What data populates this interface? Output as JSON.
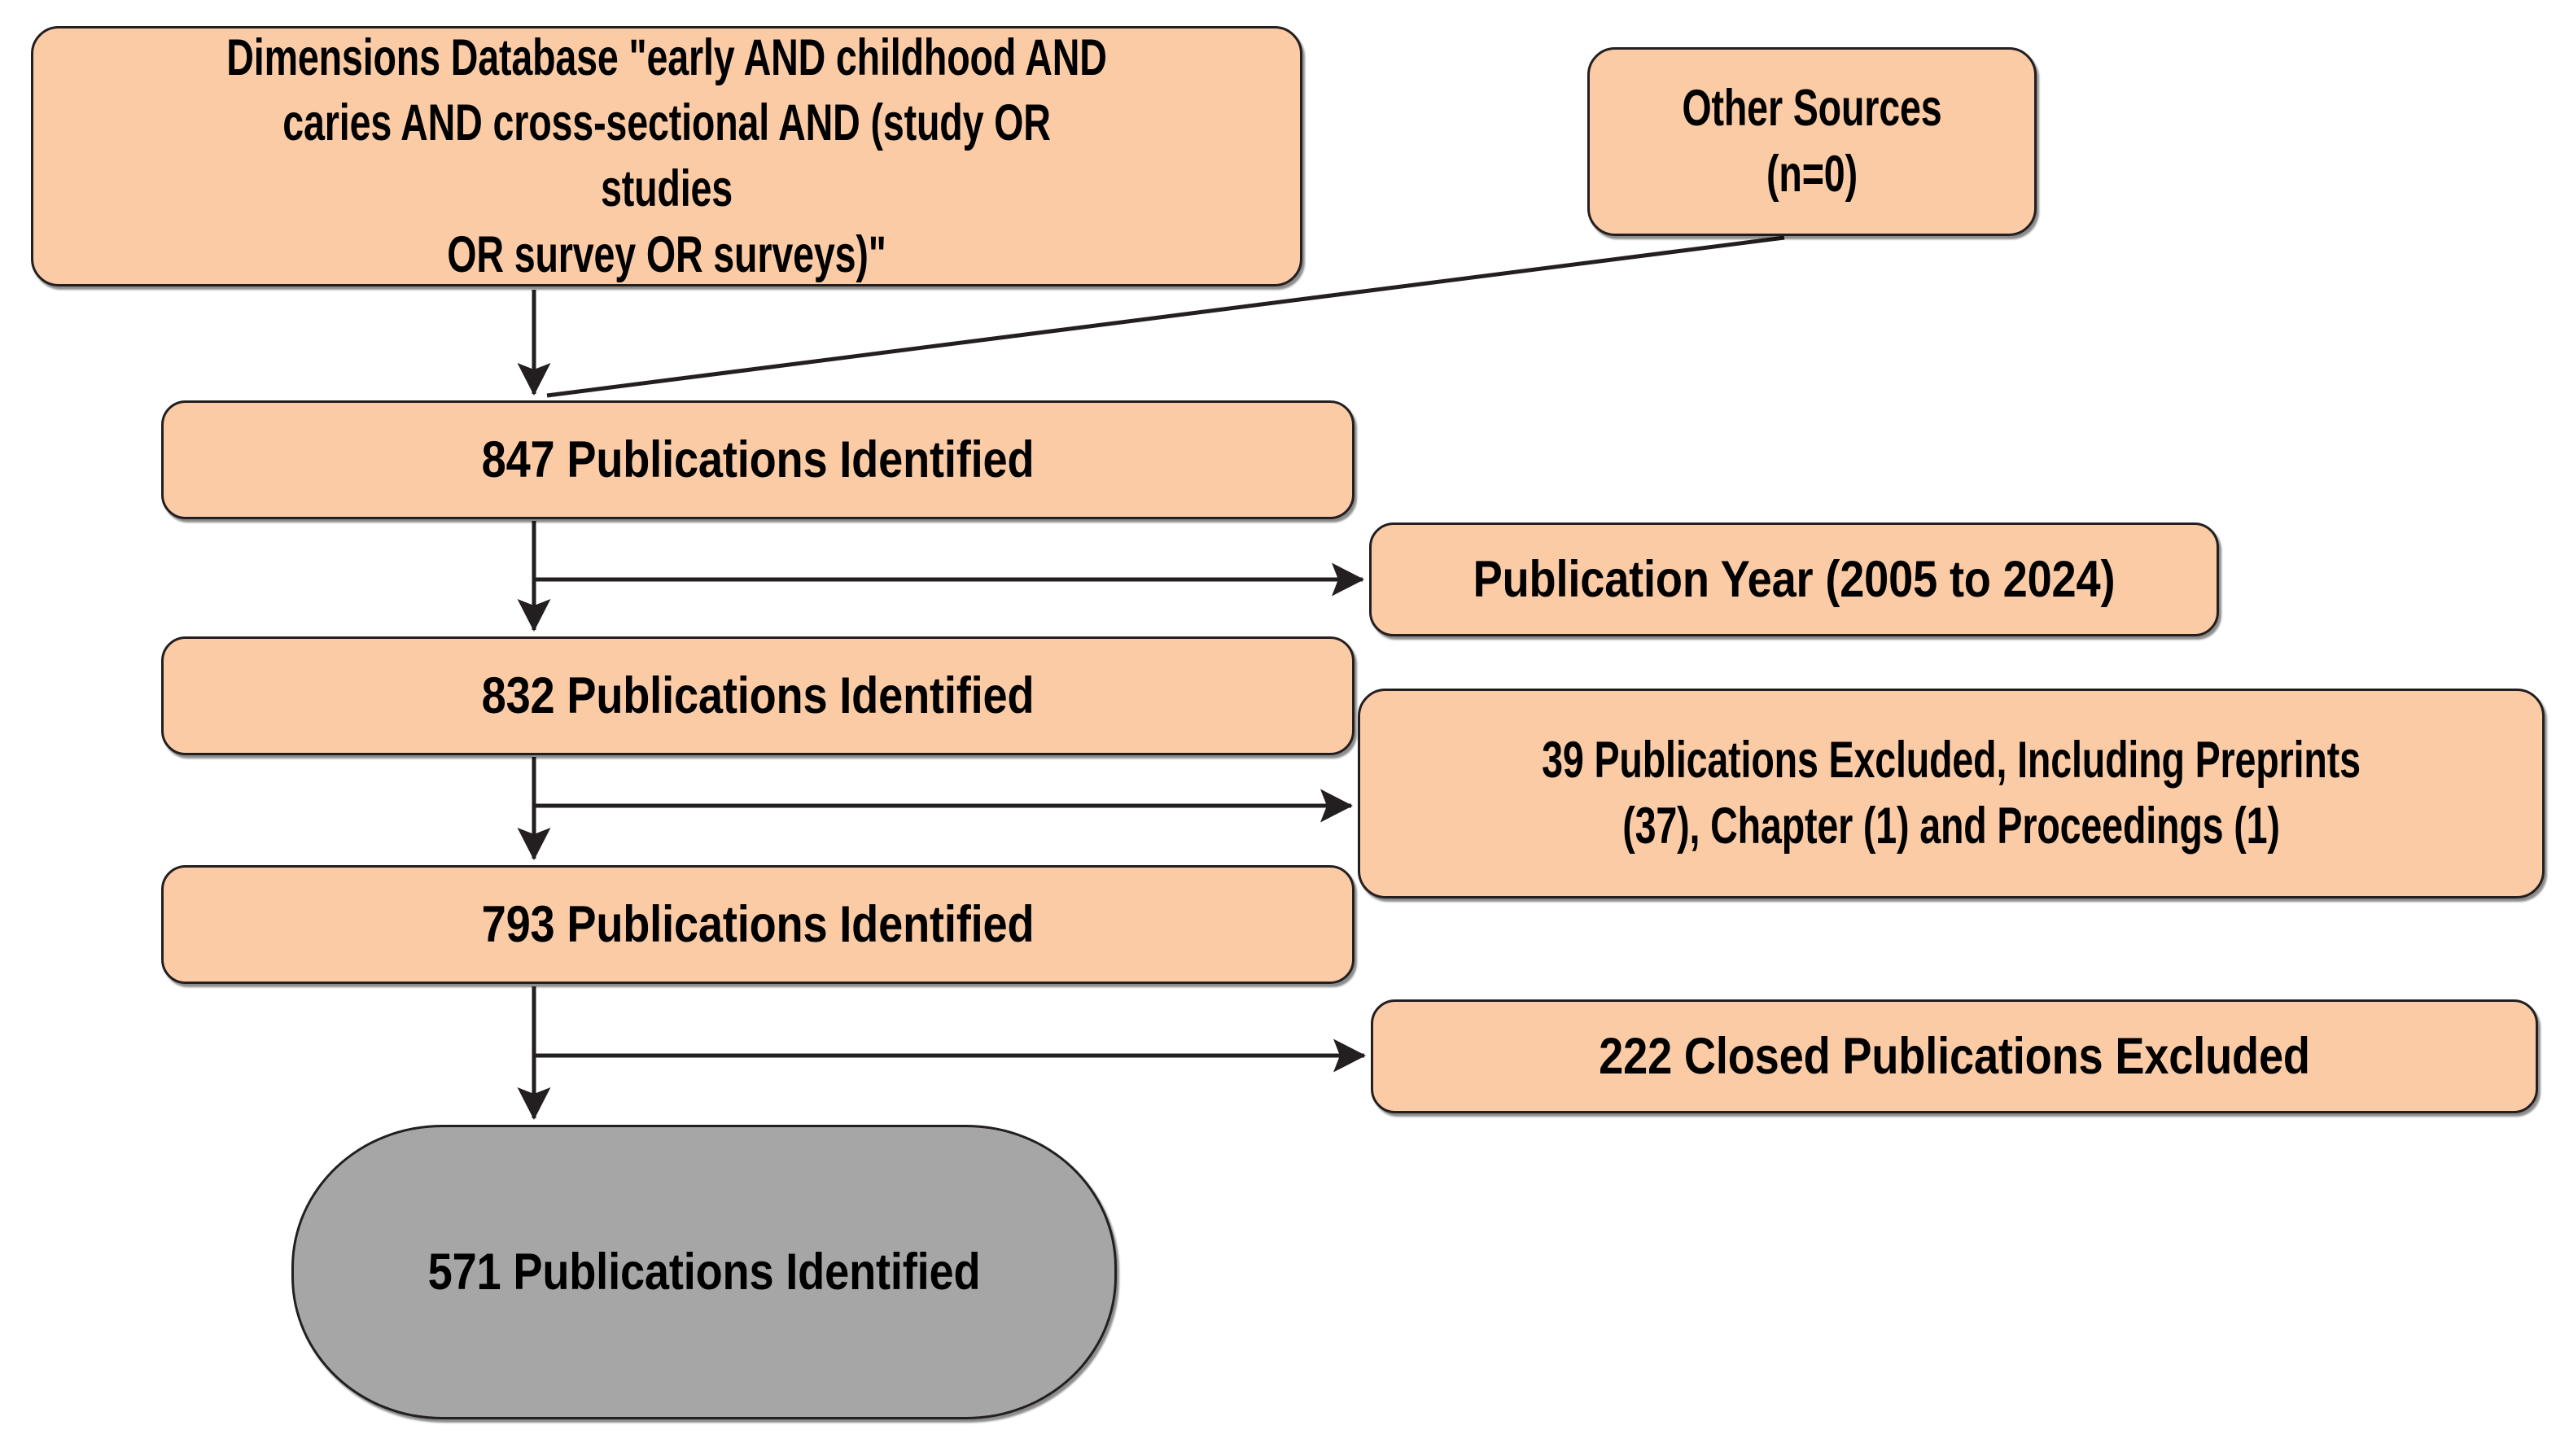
{
  "diagram": {
    "type": "prisma-flowchart",
    "title": "Publication screening flow",
    "colors": {
      "node_fill": "#FBCBA6",
      "final_node_fill": "#A6A6A6",
      "border": "#231F20",
      "arrow": "#231F20",
      "background": "#FFFFFF"
    },
    "nodes": [
      {
        "id": "query",
        "label": "Dimensions Database \"early AND childhood AND caries AND cross-sectional AND (study OR studies OR survey OR surveys)\"",
        "fill": "#FBCBA6"
      },
      {
        "id": "other-sources",
        "label": "Other Sources (n=0)",
        "fill": "#FBCBA6"
      },
      {
        "id": "identified-847",
        "label": "847 Publications Identified",
        "count": 847,
        "fill": "#FBCBA6"
      },
      {
        "id": "publication-year-filter",
        "label": "Publication Year (2005 to 2024)",
        "fill": "#FBCBA6"
      },
      {
        "id": "identified-832",
        "label": "832 Publications Identified",
        "count": 832,
        "fill": "#FBCBA6"
      },
      {
        "id": "excluded-39",
        "label": "39 Publications Excluded, Including Preprints (37), Chapter (1) and Proceedings (1)",
        "count": 39,
        "fill": "#FBCBA6"
      },
      {
        "id": "identified-793",
        "label": "793 Publications Identified",
        "count": 793,
        "fill": "#FBCBA6"
      },
      {
        "id": "closed-222",
        "label": "222 Closed Publications Excluded",
        "count": 222,
        "fill": "#FBCBA6"
      },
      {
        "id": "identified-571",
        "label": "571 Publications Identified",
        "count": 571,
        "fill": "#A6A6A6"
      }
    ],
    "edges": [
      {
        "from": "query",
        "to": "identified-847",
        "style": "straight-down-arrow"
      },
      {
        "from": "other-sources",
        "to": "identified-847",
        "style": "diagonal-arrow"
      },
      {
        "from": "identified-847",
        "to": "identified-832",
        "style": "straight-down-arrow"
      },
      {
        "from": "identified-847",
        "to": "publication-year-filter",
        "style": "branch-right-arrow"
      },
      {
        "from": "identified-832",
        "to": "identified-793",
        "style": "straight-down-arrow"
      },
      {
        "from": "identified-832",
        "to": "excluded-39",
        "style": "branch-right-arrow"
      },
      {
        "from": "identified-793",
        "to": "identified-571",
        "style": "straight-down-arrow"
      },
      {
        "from": "identified-793",
        "to": "closed-222",
        "style": "branch-right-arrow"
      }
    ]
  },
  "labels": {
    "query_line1": "Dimensions Database \"early AND childhood AND",
    "query_line2": "caries AND cross-sectional AND (study OR studies",
    "query_line3": "OR survey OR surveys)\"",
    "other_line1": "Other Sources",
    "other_line2": "(n=0)",
    "identified_847": "847 Publications Identified",
    "identified_832": "832 Publications Identified",
    "identified_793": "793 Publications Identified",
    "identified_571": "571 Publications Identified",
    "publication_year": "Publication Year (2005 to 2024)",
    "excluded_line1": "39 Publications Excluded, Including Preprints",
    "excluded_line2": "(37), Chapter (1) and Proceedings (1)",
    "closed_excluded": "222 Closed Publications Excluded"
  }
}
